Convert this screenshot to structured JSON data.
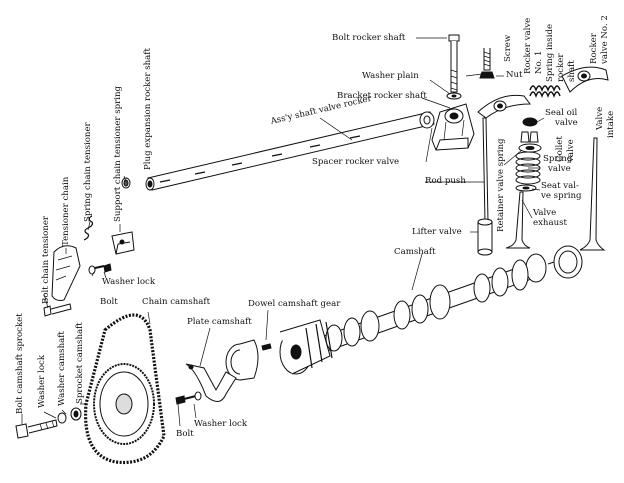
{
  "labels": {
    "bolt_rocker_shaft": "Bolt rocker shaft",
    "screw": "Screw",
    "nut": "Nut",
    "rocker_valve_no1": "Rocker valve",
    "rocker_valve_no1_b": "No. 1",
    "spring_inside_rocker_shaft": "Spring inside",
    "spring_inside_rocker_shaft_b": "rocker",
    "spring_inside_rocker_shaft_c": "shaft",
    "rocker_valve_no2": "Rocker",
    "rocker_valve_no2_b": "valve No. 2",
    "washer_plain": "Washer plain",
    "bracket_rocker_shaft": "Bracket rocker shaft",
    "plug_expansion_rocker_shaft": "Plug expansion rocker shaft",
    "assy_shaft_valve_rocker": "Ass'y shaft valve rocker",
    "seal_oil_valve": "Seal oil",
    "seal_oil_valve_b": "valve",
    "collet_valve": "Collet",
    "collet_valve_b": "valve",
    "valve_intake": "Valve",
    "valve_intake_b": "intake",
    "spacer_rocker_valve": "Spacer rocker valve",
    "spring_valve": "Spring",
    "spring_valve_b": "valve",
    "rod_push": "Rod push",
    "retainer_valve_spring": "Retainer valve spring",
    "seat_valve_spring": "Seat val-",
    "seat_valve_spring_b": "ve spring",
    "tensioner_chain": "Tensioner chain",
    "spring_chain_tensioner": "Spring chain tensioner",
    "support_chain_tensioner_spring": "Support chain tensioner spring",
    "valve_exhaust": "Valve",
    "valve_exhaust_b": "exhaust",
    "lifter_valve": "Lifter valve",
    "camshaft": "Camshaft",
    "bolt_chain_tensioner": "Bolt chain tensioner",
    "washer_lock_1": "Washer lock",
    "bolt_1": "Bolt",
    "chain_camshaft": "Chain camshaft",
    "dowel_camshaft_gear": "Dowel camshaft gear",
    "plate_camshaft": "Plate camshaft",
    "bolt_camshaft_sprocket": "Bolt camshaft sprocket",
    "washer_lock_2": "Washer lock",
    "washer_camshaft": "Washer camshaft",
    "sprocket_camshaft": "Sprocket camshaft",
    "washer_lock_3": "Washer lock",
    "bolt_2": "Bolt"
  }
}
